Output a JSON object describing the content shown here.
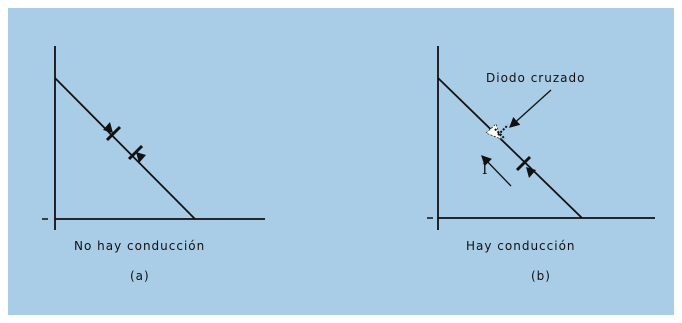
{
  "colors": {
    "background": "#a9cde6",
    "ink": "#111111",
    "crossed_diode": "#ffffff"
  },
  "figure_a": {
    "caption": "No hay conducción",
    "sublabel": "(a)"
  },
  "figure_b": {
    "caption": "Hay conducción",
    "sublabel": "(b)",
    "annotation": "Diodo cruzado",
    "current_label": "I"
  }
}
